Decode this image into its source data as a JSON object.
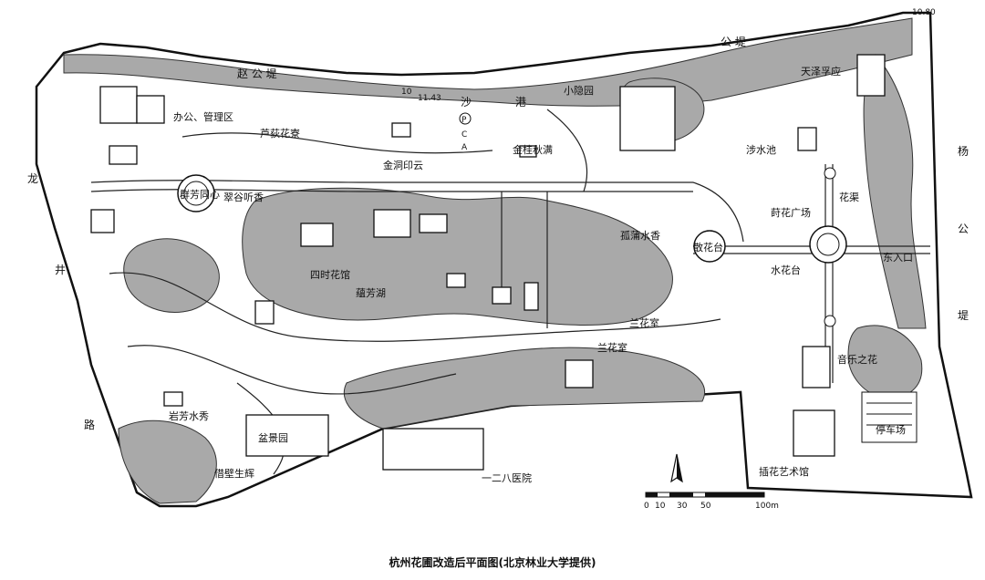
{
  "map": {
    "caption": "杭州花圃改造后平面图(北京林业大学提供)",
    "elevations": {
      "e1": "10.80",
      "e2": "10",
      "e3": "11.43"
    },
    "roads": {
      "zhaogongdi": "赵 公 堤",
      "gongdi": "公 堤",
      "longjinglu": [
        "龙",
        "井",
        "路"
      ],
      "yanggongdi": [
        "杨",
        "公",
        "堤"
      ],
      "shagang": [
        "沙",
        "港"
      ]
    },
    "parking_letters": [
      "P",
      "C",
      "A"
    ],
    "areas": {
      "office": "办公、管理区",
      "luwei": "芦荻花寮",
      "xiaoyin": "小隐园",
      "tianze": "天泽孚应",
      "jingui": "金桂秋满",
      "jindong": "金洞印云",
      "qunfang": "群芳同心",
      "cuigu": "翠谷听香",
      "sheshui": "涉水池",
      "yuanhua": "莳花广场",
      "huaqu": "花渠",
      "gupu": "孤蒲水香",
      "sanhua": "散花台",
      "shuihua": "水花台",
      "east_entrance": "东入口",
      "sishi": "四时花馆",
      "yunfang": "蘊芳湖",
      "lanhua_top": "兰花室",
      "lanhua_inner": "兰花室",
      "yinyue": "音乐之花",
      "tingche": "停车场",
      "chahua": "插花艺术馆",
      "yanfang": "岩芳水秀",
      "penjing": "盆景园",
      "jiebi": "借壁生辉",
      "hospital": "一二八医院"
    },
    "scale": {
      "ticks": [
        "0",
        "10",
        "30",
        "50",
        "100m"
      ]
    },
    "icons": [
      "north-arrow-icon",
      "scale-bar-icon"
    ]
  }
}
